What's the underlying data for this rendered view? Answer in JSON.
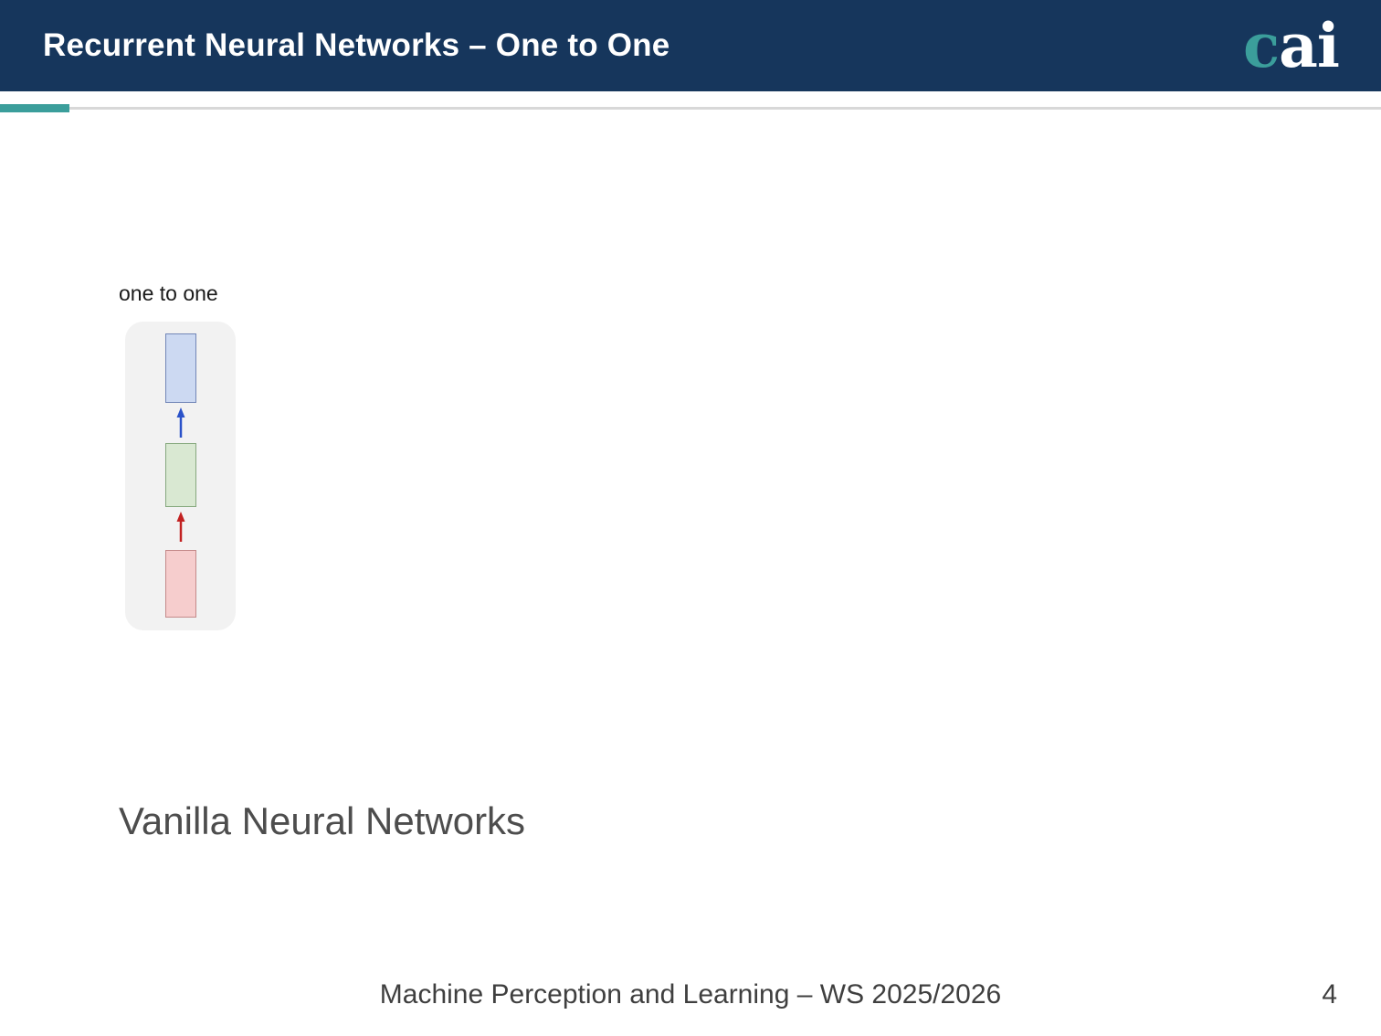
{
  "header": {
    "title": "Recurrent Neural Networks – One to One",
    "logo_c": "c",
    "logo_ai": "ai"
  },
  "diagram": {
    "label": "one to one",
    "output_box": {
      "name": "output-box",
      "fill": "#ccd9f2",
      "border": "#7287b8"
    },
    "hidden_box": {
      "name": "hidden-box",
      "fill": "#d9e8d2",
      "border": "#86a87e"
    },
    "input_box": {
      "name": "input-box",
      "fill": "#f6cdcd",
      "border": "#c48a8a"
    },
    "arrow_up_blue": {
      "color": "#2a52c9"
    },
    "arrow_up_red": {
      "color": "#c22121"
    }
  },
  "body": {
    "caption": "Vanilla Neural Networks"
  },
  "footer": {
    "course": "Machine Perception and Learning – WS 2025/2026",
    "page": "4"
  },
  "colors": {
    "header_bg": "#16365c",
    "header_text": "#ffffff",
    "accent_teal": "#3b9e9b",
    "underline_gray": "#d8d8d8",
    "panel_bg": "#f2f2f2",
    "caption_text": "#4d4d4d",
    "footer_text": "#3f3f3f"
  }
}
